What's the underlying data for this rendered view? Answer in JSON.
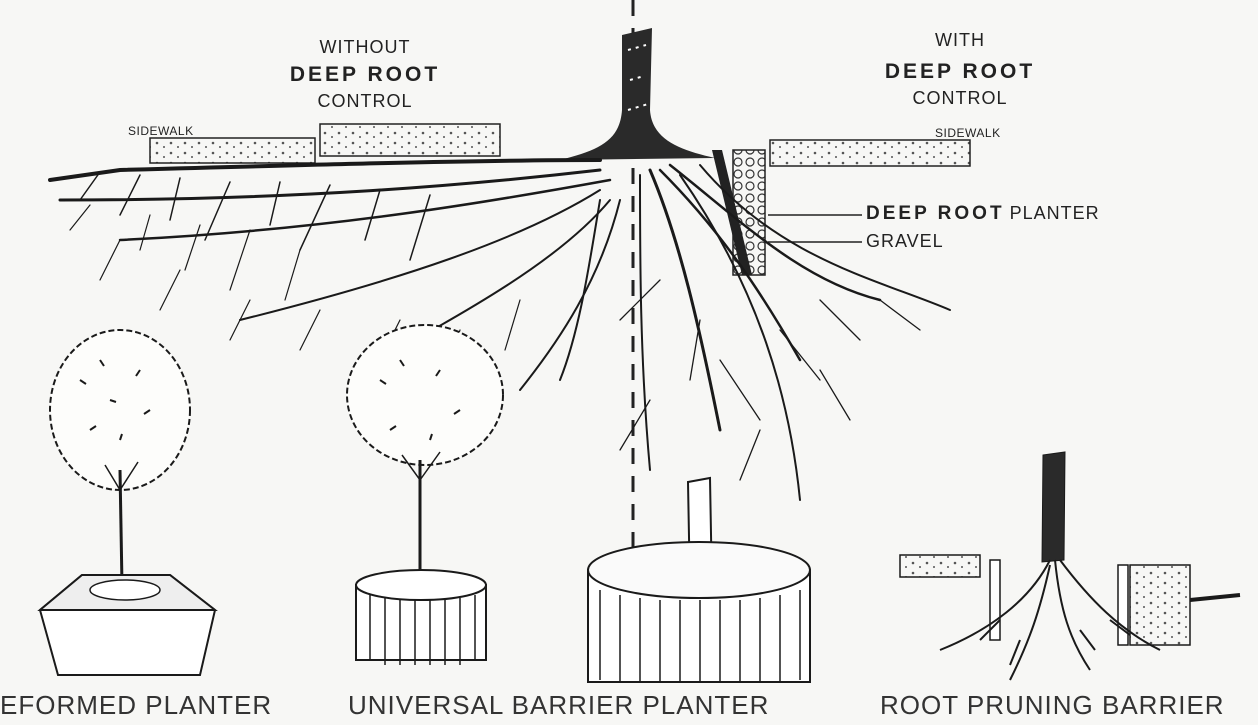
{
  "left_heading": {
    "line1": "WITHOUT",
    "line2": "DEEP ROOT",
    "line3": "CONTROL"
  },
  "right_heading": {
    "line1": "WITH",
    "line2": "DEEP ROOT",
    "line3": "CONTROL"
  },
  "sidewalk_left": "SIDEWALK",
  "sidewalk_right": "SIDEWALK",
  "callouts": {
    "planter_bold": "DEEP ROOT",
    "planter_rest": "PLANTER",
    "gravel": "GRAVEL"
  },
  "captions": [
    "EFORMED PLANTER",
    "UNIVERSAL BARRIER PLANTER",
    "ROOT PRUNING BARRIER"
  ]
}
